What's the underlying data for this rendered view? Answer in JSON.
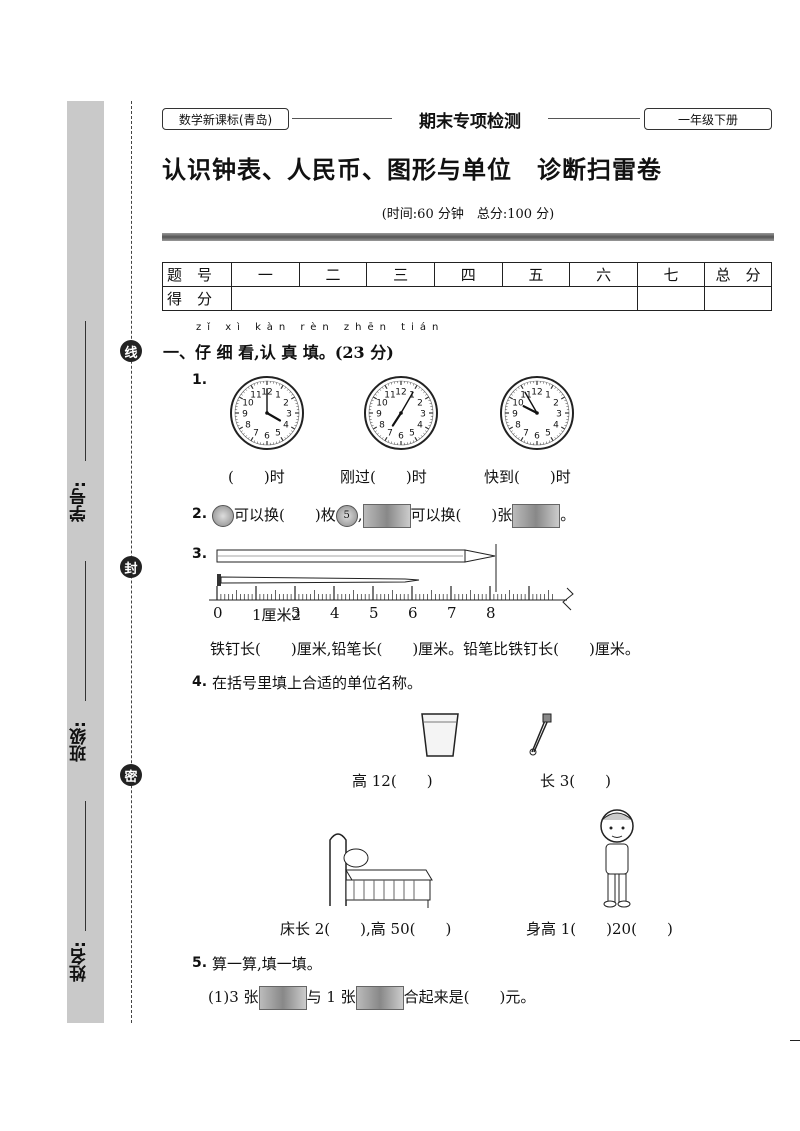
{
  "sidebar": {
    "student_id_label": "学号:",
    "class_label": "班级:",
    "name_label": "姓名:",
    "seal_line": "线",
    "seal_seal": "封",
    "seal_secret": "密"
  },
  "header": {
    "left_tag": "数学新课标(青岛)",
    "center_title": "期末专项检测",
    "right_tag": "一年级下册"
  },
  "title": "认识钟表、人民币、图形与单位　诊断扫雷卷",
  "time_info": "(时间:60 分钟　总分:100 分)",
  "score_table": {
    "row1": [
      "题　号",
      "一",
      "二",
      "三",
      "四",
      "五",
      "六",
      "七",
      "总　分"
    ],
    "row2_label": "得　分"
  },
  "section1": {
    "pinyin": "zǐ xì kàn rèn zhēn tián",
    "heading": "一、仔 细 看,认 真 填。(23 分)"
  },
  "q1": {
    "num": "1.",
    "labels": [
      "(　　)时",
      "刚过(　　)时",
      "快到(　　)时"
    ]
  },
  "q2": {
    "num": "2.",
    "t1": "可以换(　　)枚",
    "t2": ",",
    "t3": "可以换(　　)张",
    "t4": "。",
    "coin5": "5"
  },
  "q3": {
    "num": "3.",
    "ruler_labels": [
      "0",
      "1厘米2",
      "3",
      "4",
      "5",
      "6",
      "7",
      "8"
    ],
    "text": "铁钉长(　　)厘米,铅笔长(　　)厘米。铅笔比铁钉长(　　)厘米。"
  },
  "q4": {
    "num": "4.",
    "text": "在括号里填上合适的单位名称。",
    "cup": "高 12(　　)",
    "pin": "长 3(　　)",
    "bed": "床长 2(　　),高 50(　　)",
    "boy": "身高 1(　　)20(　　)"
  },
  "q5": {
    "num": "5.",
    "text": "算一算,填一填。",
    "sub1_a": "(1)3 张",
    "sub1_b": "与 1 张",
    "sub1_c": "合起来是(　　)元。"
  }
}
